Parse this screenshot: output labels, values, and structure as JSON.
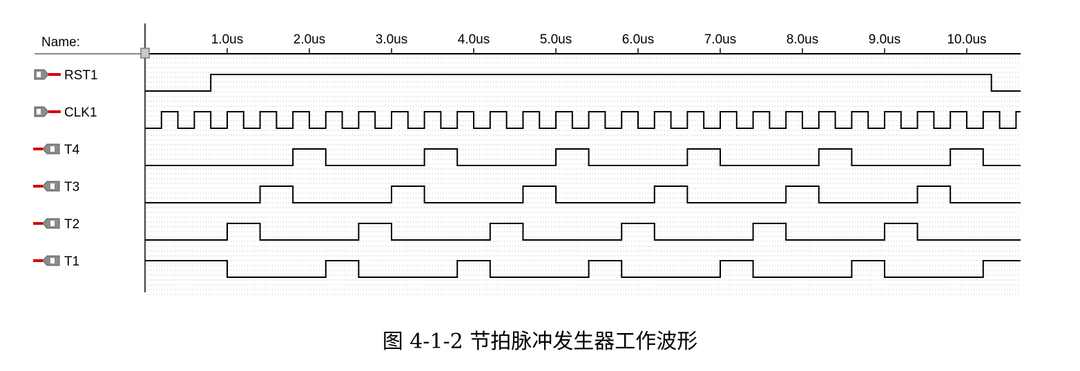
{
  "header": {
    "name_label": "Name:"
  },
  "time_axis": {
    "unit": "us",
    "ticks": [
      "1.0us",
      "2.0us",
      "3.0us",
      "4.0us",
      "5.0us",
      "6.0us",
      "7.0us",
      "8.0us",
      "9.0us",
      "10.0us"
    ],
    "tick_values": [
      1.0,
      2.0,
      3.0,
      4.0,
      5.0,
      6.0,
      7.0,
      8.0,
      9.0,
      10.0
    ],
    "range": [
      0.0,
      10.6
    ],
    "cursor_time": 0.0
  },
  "signals": [
    {
      "name": "RST1",
      "direction": "input",
      "icon_letter": "I",
      "initial": 0,
      "toggles": [
        0.8,
        10.3
      ]
    },
    {
      "name": "CLK1",
      "direction": "input",
      "icon_letter": "I",
      "initial": 0,
      "clock_start": 0.2,
      "clock_half_period": 0.2
    },
    {
      "name": "T4",
      "direction": "output",
      "icon_letter": "O",
      "initial": 0,
      "toggles": [
        1.8,
        2.2,
        3.4,
        3.8,
        5.0,
        5.4,
        6.6,
        7.0,
        8.2,
        8.6,
        9.8,
        10.2
      ]
    },
    {
      "name": "T3",
      "direction": "output",
      "icon_letter": "O",
      "initial": 0,
      "toggles": [
        1.4,
        1.8,
        3.0,
        3.4,
        4.6,
        5.0,
        6.2,
        6.6,
        7.8,
        8.2,
        9.4,
        9.8
      ]
    },
    {
      "name": "T2",
      "direction": "output",
      "icon_letter": "O",
      "initial": 0,
      "toggles": [
        1.0,
        1.4,
        2.6,
        3.0,
        4.2,
        4.6,
        5.8,
        6.2,
        7.4,
        7.8,
        9.0,
        9.4
      ]
    },
    {
      "name": "T1",
      "direction": "output",
      "icon_letter": "O",
      "initial": 1,
      "toggles": [
        1.0,
        2.2,
        2.6,
        3.8,
        4.2,
        5.4,
        5.8,
        7.0,
        7.4,
        8.6,
        9.0,
        10.2
      ]
    }
  ],
  "colors": {
    "wave": "#000000",
    "grid_dot": "#b8b8b8",
    "icon_red": "#d40000",
    "icon_gray": "#8c8c8c",
    "cursor": "#7a7a7a"
  },
  "caption": "图 4-1-2 节拍脉冲发生器工作波形"
}
